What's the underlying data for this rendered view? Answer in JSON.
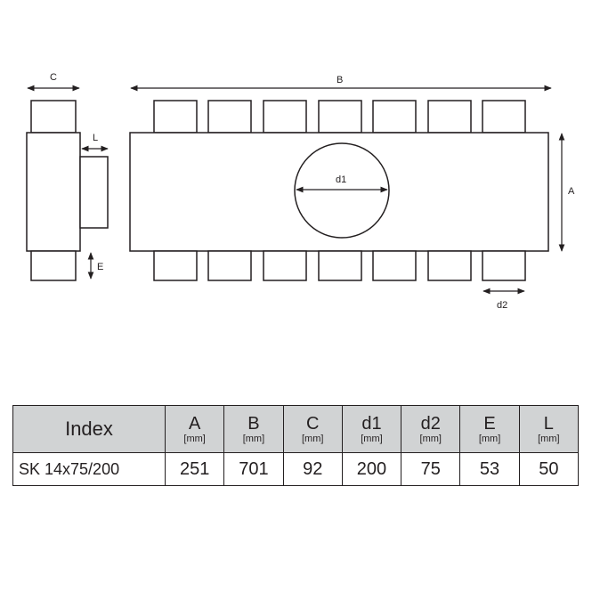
{
  "drawing": {
    "labels": {
      "A": "A",
      "B": "B",
      "C": "C",
      "d1": "d1",
      "d2": "d2",
      "E": "E",
      "L": "L"
    }
  },
  "table": {
    "index_header": "Index",
    "columns": [
      {
        "symbol": "A",
        "unit": "[mm]"
      },
      {
        "symbol": "B",
        "unit": "[mm]"
      },
      {
        "symbol": "C",
        "unit": "[mm]"
      },
      {
        "symbol": "d1",
        "unit": "[mm]"
      },
      {
        "symbol": "d2",
        "unit": "[mm]"
      },
      {
        "symbol": "E",
        "unit": "[mm]"
      },
      {
        "symbol": "L",
        "unit": "[mm]"
      }
    ],
    "row": {
      "index": "SK 14x75/200",
      "values": [
        "251",
        "701",
        "92",
        "200",
        "75",
        "53",
        "50"
      ]
    }
  }
}
